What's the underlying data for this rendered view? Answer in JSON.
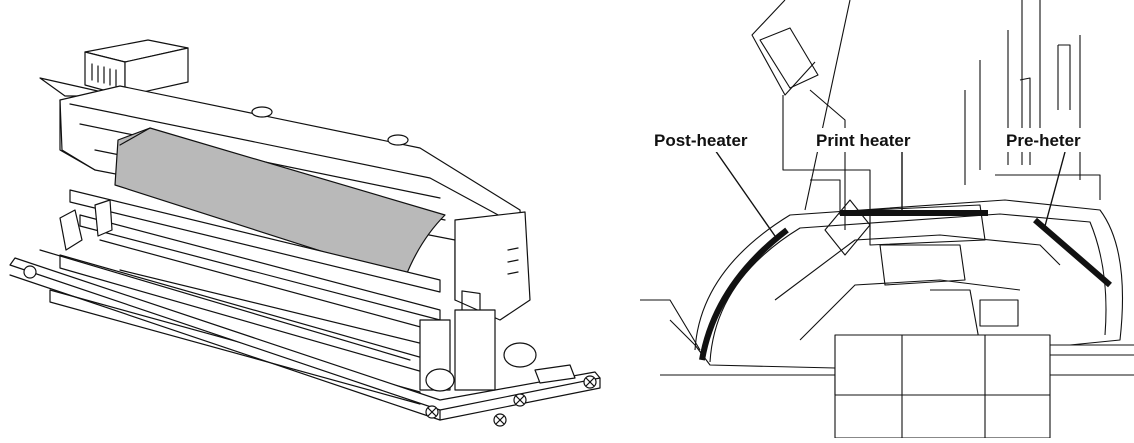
{
  "labels": {
    "post_heater": "Post-heater",
    "print_heater": "Print heater",
    "pre_heater": "Pre-heter"
  },
  "colors": {
    "line": "#111111",
    "media": "#b9b9b9",
    "background": "#ffffff"
  }
}
